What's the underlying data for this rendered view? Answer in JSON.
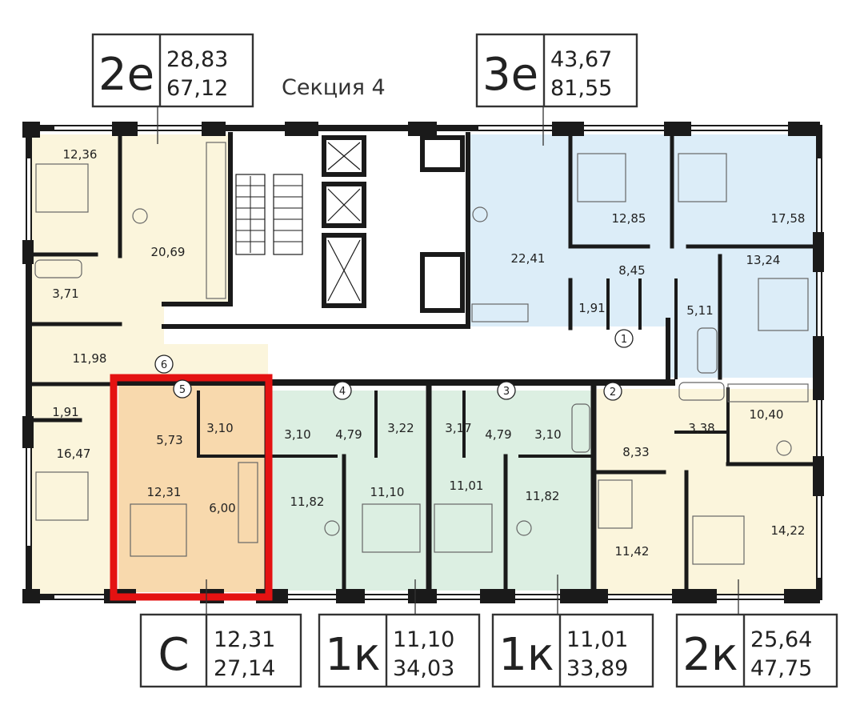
{
  "section_title": "Секция 4",
  "colors": {
    "apt_2e": "#fbf5dc",
    "apt_3e": "#dcedf8",
    "apt_studio": "#f8d9ad",
    "apt_1k": "#dcefe2",
    "apt_2k": "#fbf5dc",
    "wall": "#1a1a1a",
    "highlight": "#e41212"
  },
  "apartments": [
    {
      "id": "2e",
      "type_label": "2e",
      "living_area": "28,83",
      "total_area": "67,12"
    },
    {
      "id": "3e",
      "type_label": "3e",
      "living_area": "43,67",
      "total_area": "81,55"
    },
    {
      "id": "studio",
      "type_label": "С",
      "living_area": "12,31",
      "total_area": "27,14",
      "selected": true
    },
    {
      "id": "1k-a",
      "type_label": "1к",
      "living_area": "11,10",
      "total_area": "34,03"
    },
    {
      "id": "1k-b",
      "type_label": "1к",
      "living_area": "11,01",
      "total_area": "33,89"
    },
    {
      "id": "2k",
      "type_label": "2к",
      "living_area": "25,64",
      "total_area": "47,75"
    }
  ],
  "rooms": [
    {
      "id": "r2e-bed",
      "apt": "2e",
      "area": "12,36"
    },
    {
      "id": "r2e-kitchen",
      "apt": "2e",
      "area": "20,69"
    },
    {
      "id": "r2e-bath",
      "apt": "2e",
      "area": "3,71"
    },
    {
      "id": "r2e-hall",
      "apt": "2e",
      "area": "11,98"
    },
    {
      "id": "r2e-wc",
      "apt": "2e",
      "area": "1,91"
    },
    {
      "id": "r2e-bed2",
      "apt": "2e",
      "area": "16,47"
    },
    {
      "id": "rs-hall",
      "apt": "studio",
      "area": "5,73"
    },
    {
      "id": "rs-bath",
      "apt": "studio",
      "area": "3,10"
    },
    {
      "id": "rs-room",
      "apt": "studio",
      "area": "12,31"
    },
    {
      "id": "rs-kitchen",
      "apt": "studio",
      "area": "6,00"
    },
    {
      "id": "r1a-bath",
      "apt": "1k-a",
      "area": "3,10"
    },
    {
      "id": "r1a-hall",
      "apt": "1k-a",
      "area": "4,79"
    },
    {
      "id": "r1a-closet",
      "apt": "1k-a",
      "area": "3,22"
    },
    {
      "id": "r1a-kitchen",
      "apt": "1k-a",
      "area": "11,82"
    },
    {
      "id": "r1a-room",
      "apt": "1k-a",
      "area": "11,10"
    },
    {
      "id": "r1b-closet",
      "apt": "1k-b",
      "area": "3,17"
    },
    {
      "id": "r1b-hall",
      "apt": "1k-b",
      "area": "4,79"
    },
    {
      "id": "r1b-bath",
      "apt": "1k-b",
      "area": "3,10"
    },
    {
      "id": "r1b-room",
      "apt": "1k-b",
      "area": "11,01"
    },
    {
      "id": "r1b-kitchen",
      "apt": "1k-b",
      "area": "11,82"
    },
    {
      "id": "r3e-kitchen",
      "apt": "3e",
      "area": "22,41"
    },
    {
      "id": "r3e-bed1",
      "apt": "3e",
      "area": "12,85"
    },
    {
      "id": "r3e-bed2",
      "apt": "3e",
      "area": "17,58"
    },
    {
      "id": "r3e-hall",
      "apt": "3e",
      "area": "8,45"
    },
    {
      "id": "r3e-bed3",
      "apt": "3e",
      "area": "13,24"
    },
    {
      "id": "r3e-wc",
      "apt": "3e",
      "area": "1,91"
    },
    {
      "id": "r3e-bath",
      "apt": "3e",
      "area": "5,11"
    },
    {
      "id": "r2k-hall",
      "apt": "2k",
      "area": "8,33"
    },
    {
      "id": "r2k-bath",
      "apt": "2k",
      "area": "3,38"
    },
    {
      "id": "r2k-kitchen",
      "apt": "2k",
      "area": "10,40"
    },
    {
      "id": "r2k-bed1",
      "apt": "2k",
      "area": "11,42"
    },
    {
      "id": "r2k-bed2",
      "apt": "2k",
      "area": "14,22"
    }
  ],
  "entrance_markers": [
    "1",
    "2",
    "3",
    "4",
    "5",
    "6"
  ]
}
